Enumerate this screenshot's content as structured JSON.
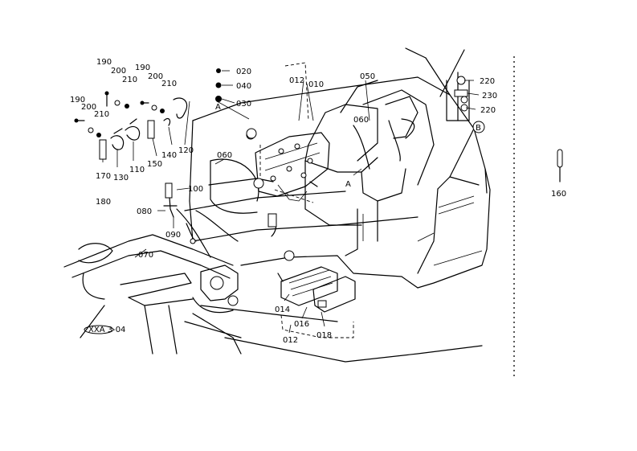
{
  "diagram": {
    "callouts": [
      {
        "id": "c190a",
        "text": "190"
      },
      {
        "id": "c200a",
        "text": "200"
      },
      {
        "id": "c210a",
        "text": "210"
      },
      {
        "id": "c190b",
        "text": "190"
      },
      {
        "id": "c200b",
        "text": "200"
      },
      {
        "id": "c210b",
        "text": "210"
      },
      {
        "id": "c190c",
        "text": "190"
      },
      {
        "id": "c200c",
        "text": "200"
      },
      {
        "id": "c210c",
        "text": "210"
      },
      {
        "id": "c020",
        "text": "020"
      },
      {
        "id": "c040",
        "text": "040"
      },
      {
        "id": "c030",
        "text": "030"
      },
      {
        "id": "c012t",
        "text": "012"
      },
      {
        "id": "c010",
        "text": "010"
      },
      {
        "id": "c050",
        "text": "050"
      },
      {
        "id": "c220a",
        "text": "220"
      },
      {
        "id": "c230",
        "text": "230"
      },
      {
        "id": "c220b",
        "text": "220"
      },
      {
        "id": "c120",
        "text": "120"
      },
      {
        "id": "c140",
        "text": "140"
      },
      {
        "id": "c150",
        "text": "150"
      },
      {
        "id": "c110",
        "text": "110"
      },
      {
        "id": "c130",
        "text": "130"
      },
      {
        "id": "c170",
        "text": "170"
      },
      {
        "id": "c180",
        "text": "180"
      },
      {
        "id": "c060a",
        "text": "060"
      },
      {
        "id": "c060b",
        "text": "060"
      },
      {
        "id": "c100",
        "text": "100"
      },
      {
        "id": "c080",
        "text": "080"
      },
      {
        "id": "c090",
        "text": "090"
      },
      {
        "id": "c070",
        "text": "070"
      },
      {
        "id": "c014",
        "text": "014"
      },
      {
        "id": "c016",
        "text": "016"
      },
      {
        "id": "c018",
        "text": "018"
      },
      {
        "id": "c012b",
        "text": "012"
      },
      {
        "id": "c160",
        "text": "160"
      },
      {
        "id": "cA1",
        "text": "A"
      },
      {
        "id": "cA2",
        "text": "A"
      },
      {
        "id": "cB",
        "text": "B"
      }
    ],
    "stamp": "XXA 3-04"
  }
}
